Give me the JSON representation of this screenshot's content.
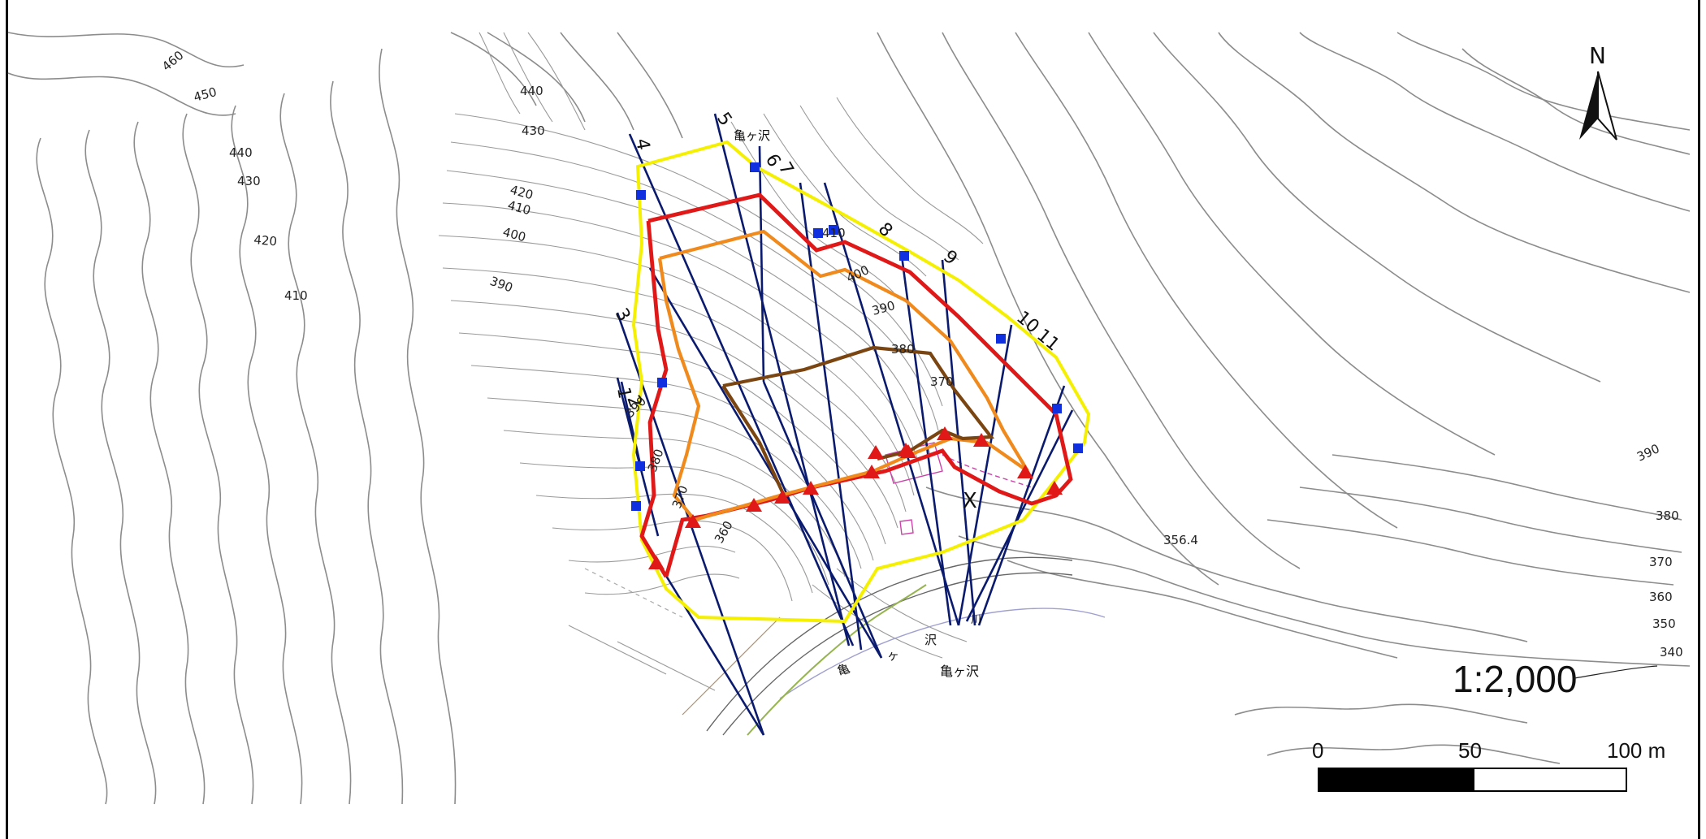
{
  "map": {
    "scale_ratio": "1:2,000",
    "scale_bar": {
      "labels": [
        "0",
        "50",
        "100 m"
      ]
    },
    "north_label": "N",
    "place_names": [
      "亀ヶ沢",
      "亀ヶ沢",
      "亀",
      "ヶ",
      "沢",
      "川"
    ],
    "point_label": "X",
    "spot_height": "356.4",
    "section_numbers": [
      "1",
      "2",
      "3",
      "4",
      "5",
      "6",
      "7",
      "8",
      "9",
      "10",
      "11"
    ],
    "elevation_labels_left": [
      "460",
      "450",
      "440",
      "430",
      "420",
      "410"
    ],
    "elevation_labels_slope": [
      "440",
      "430",
      "420",
      "410",
      "400",
      "390",
      "390",
      "380",
      "370",
      "360",
      "390",
      "370",
      "380",
      "400",
      "410"
    ],
    "elevation_labels_right": [
      "390",
      "380",
      "370",
      "360",
      "350",
      "340"
    ],
    "colors": {
      "outer_boundary": "#f4f000",
      "scarp_red": "#e01818",
      "scarp_orange": "#f08a1c",
      "scarp_brown": "#7a4510",
      "section_lines": "#0a1a6e",
      "markers_blue": "#1030e0",
      "markers_red": "#e01818"
    }
  }
}
